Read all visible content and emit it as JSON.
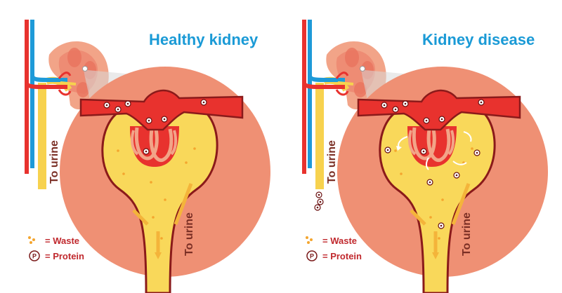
{
  "panels": [
    {
      "title": "Healthy kidney",
      "kidney_label": "To urine",
      "tube_label": "To urine",
      "legend": {
        "waste": "= Waste",
        "protein": "= Protein",
        "protein_symbol": "P"
      }
    },
    {
      "title": "Kidney disease",
      "kidney_label": "To urine",
      "tube_label": "To urine",
      "legend": {
        "waste": "= Waste",
        "protein": "= Protein",
        "protein_symbol": "P"
      }
    }
  ],
  "colors": {
    "title": "#1a9ad6",
    "label": "#7a2e24",
    "legend": "#c0282d",
    "artery": "#e8322e",
    "vein": "#1e9ad8",
    "tissue": "#ef9074",
    "filtrate": "#f9d85a",
    "capsule_outline": "#8a1a1a"
  }
}
